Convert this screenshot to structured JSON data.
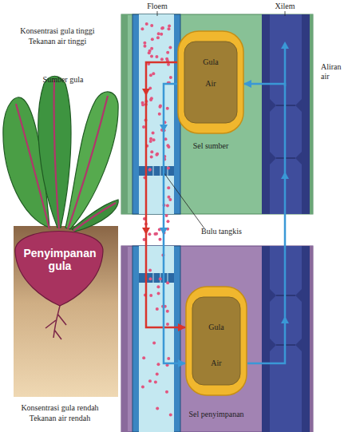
{
  "diagram": {
    "nodes": [
      {
        "text": [
          "Gula",
          "Air",
          "Sel sumber"
        ]
      },
      {
        "text": [
          "Penyimpanan gula"
        ]
      },
      {
        "text": [
          "Gula",
          "Air",
          "Sel penyimpanan"
        ]
      }
    ],
    "edges": [
      {
        "from": 0,
        "to": 2,
        "arrow": "to"
      },
      {
        "from": 0,
        "to": 2,
        "arrow": "to"
      },
      {
        "from": 2,
        "to": 0,
        "arrow": "to"
      }
    ],
    "labels": [
      "Konsentrasi gula tinggi",
      "Tekanan air tinggi",
      "Sumber gula",
      "Floem",
      "Xilem",
      "Aliran air",
      "Bulu tangkis",
      "Konsentrasi gula rendah",
      "Tekanan air rendah"
    ]
  }
}
